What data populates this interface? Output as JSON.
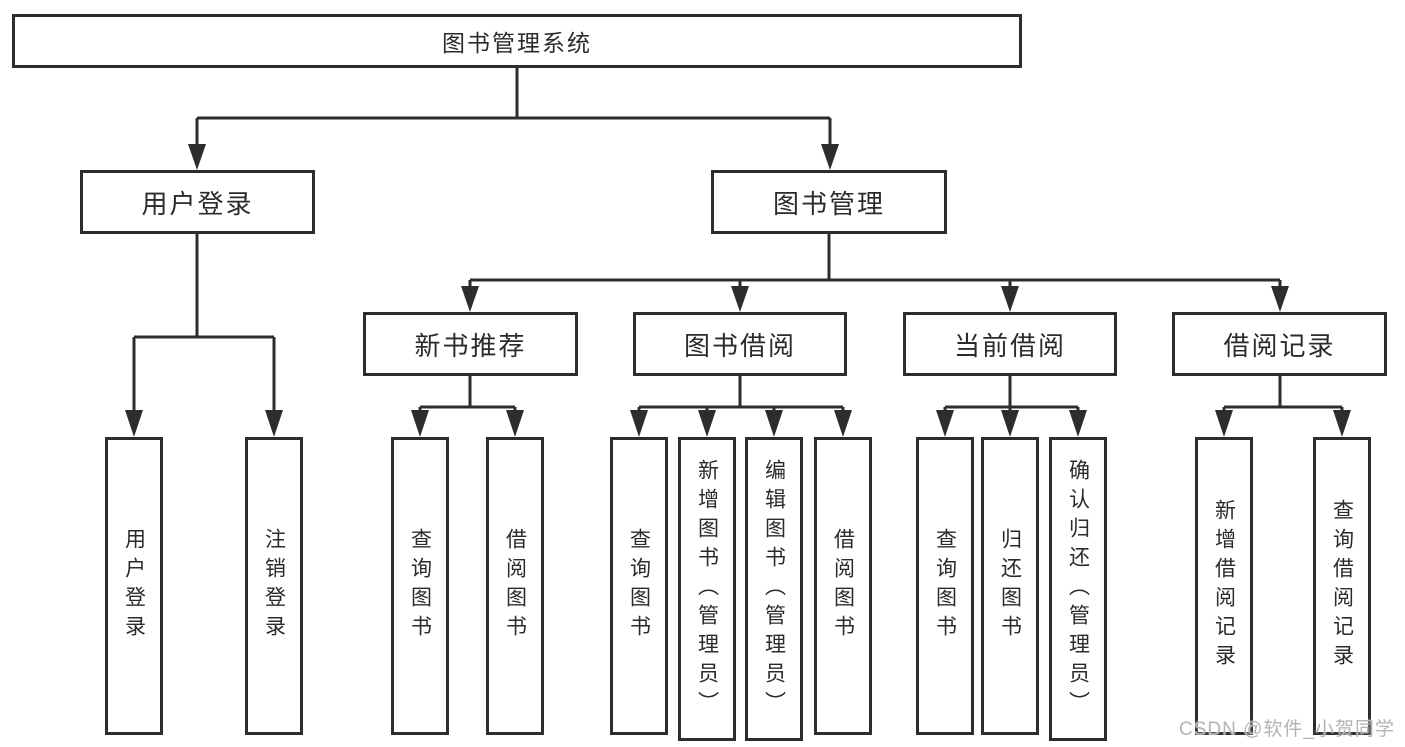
{
  "diagram": {
    "root": {
      "label": "图书管理系统"
    },
    "branches": [
      {
        "label": "用户登录",
        "children": [
          {
            "label": "用户登录"
          },
          {
            "label": "注销登录"
          }
        ]
      },
      {
        "label": "图书管理",
        "children": [
          {
            "label": "新书推荐",
            "children": [
              {
                "label": "查询图书"
              },
              {
                "label": "借阅图书"
              }
            ]
          },
          {
            "label": "图书借阅",
            "children": [
              {
                "label": "查询图书"
              },
              {
                "label": "新增图书（管理员）"
              },
              {
                "label": "编辑图书（管理员）"
              },
              {
                "label": "借阅图书"
              }
            ]
          },
          {
            "label": "当前借阅",
            "children": [
              {
                "label": "查询图书"
              },
              {
                "label": "归还图书"
              },
              {
                "label": "确认归还（管理员）"
              }
            ]
          },
          {
            "label": "借阅记录",
            "children": [
              {
                "label": "新增借阅记录"
              },
              {
                "label": "查询借阅记录"
              }
            ]
          }
        ]
      }
    ]
  },
  "watermark": {
    "text": "CSDN @软件_小贺同学"
  },
  "colors": {
    "line": "#2d2d2d",
    "box_border": "#2d2d2d",
    "text": "#2b2b2b",
    "background": "#ffffff",
    "watermark": "#b3b3b3"
  }
}
